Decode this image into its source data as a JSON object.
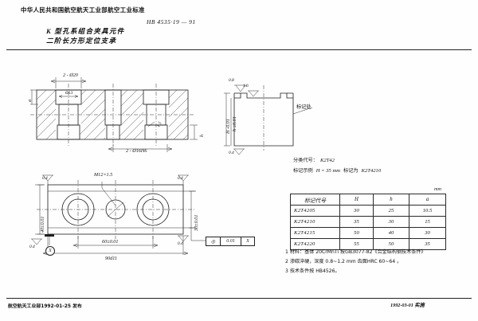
{
  "header": {
    "issuer_cn": "中华人民共和国航空航天工业部航空工业标准",
    "standard_no": "HB 4535·19 — 91",
    "title_line1": "K 型孔系组合夹具元件",
    "title_line2": "二阶长方形定位支承"
  },
  "designation": {
    "class_label": "分类代号：",
    "class_value": "K2T42",
    "example_label": "标记示例",
    "example_cond": "H = 35 mm",
    "example_mark_label": "标记为",
    "example_mark_value": "K2T4210"
  },
  "table": {
    "unit": "mm",
    "headers": [
      "标记代号",
      "H",
      "h",
      "a"
    ],
    "rows": [
      {
        "pn": "K2T4205",
        "H": "30",
        "h": "25",
        "a": "10.5"
      },
      {
        "pn": "K2T4210",
        "H": "35",
        "h": "30",
        "a": "15"
      },
      {
        "pn": "K2T4215",
        "H": "50",
        "h": "40",
        "a": "30"
      },
      {
        "pn": "K2T4220",
        "H": "55",
        "h": "50",
        "a": "35"
      }
    ]
  },
  "notes": [
    "1  材料：基体 20CrMnTi 按GB3077-82《合金结构钢技术条件》",
    "2  渗碳淬硬，深度 0.8~1.2 mm 齿面HRC 60~64 。",
    "3  技术条件按 HB4526。"
  ],
  "views": {
    "section": {
      "dim_top": "2 - Ø20",
      "dim_bore": "Ø13",
      "dim_bottom": "2 - Ø16H6",
      "dim_a_left": "a",
      "dim_h_right": "h",
      "dim_chamfer": "1.5"
    },
    "right": {
      "finish_top": "0.8",
      "finish_notch": "1.6",
      "finish_bottom": "0.4",
      "dim_H": "H -0.01",
      "dim_h": "h ±0.01",
      "leader_label": "标记处"
    },
    "plan": {
      "thread": "M12×1.5",
      "dim_left": "40±0.01",
      "dim_right": "30±0.01",
      "dim_bottom_inner": "60±0.01",
      "dim_bottom_outer": "90d11",
      "finish_tl": "0.4",
      "finish_tr": "0.4",
      "finish_bl": "0.4",
      "finish_br": "0.4",
      "datum": "X",
      "gtol_symbol": "◎",
      "gtol_value": "0.01",
      "gtol_datum": "X"
    }
  },
  "footer": {
    "issue": "航空航天工业部1992-01-25 发布",
    "effective": "1992-03-01 实施"
  }
}
